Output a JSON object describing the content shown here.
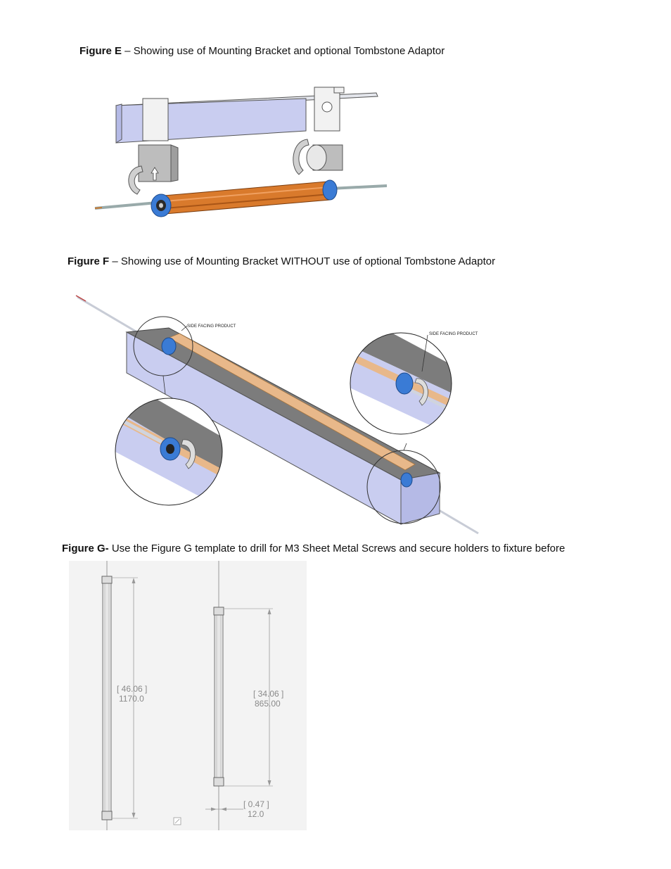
{
  "figure_e": {
    "label": "Figure E",
    "caption": " – Showing use of Mounting Bracket and optional Tombstone Adaptor"
  },
  "figure_f": {
    "label": "Figure F",
    "caption": " – Showing use of Mounting Bracket WITHOUT use of optional Tombstone Adaptor",
    "callout_left": "SIDE FACING PRODUCT",
    "callout_right": "SIDE FACING PRODUCT"
  },
  "figure_g": {
    "label": "Figure G-",
    "caption": " Use the Figure G template to drill for M3 Sheet Metal Screws and secure holders to fixture before",
    "dim1_in": "[ 46.06 ]",
    "dim1_mm": "1170.0",
    "dim2_in": "[ 34.06 ]",
    "dim2_mm": "865.00",
    "dim3_in": "[ 0.47 ]",
    "dim3_mm": "12.0"
  }
}
